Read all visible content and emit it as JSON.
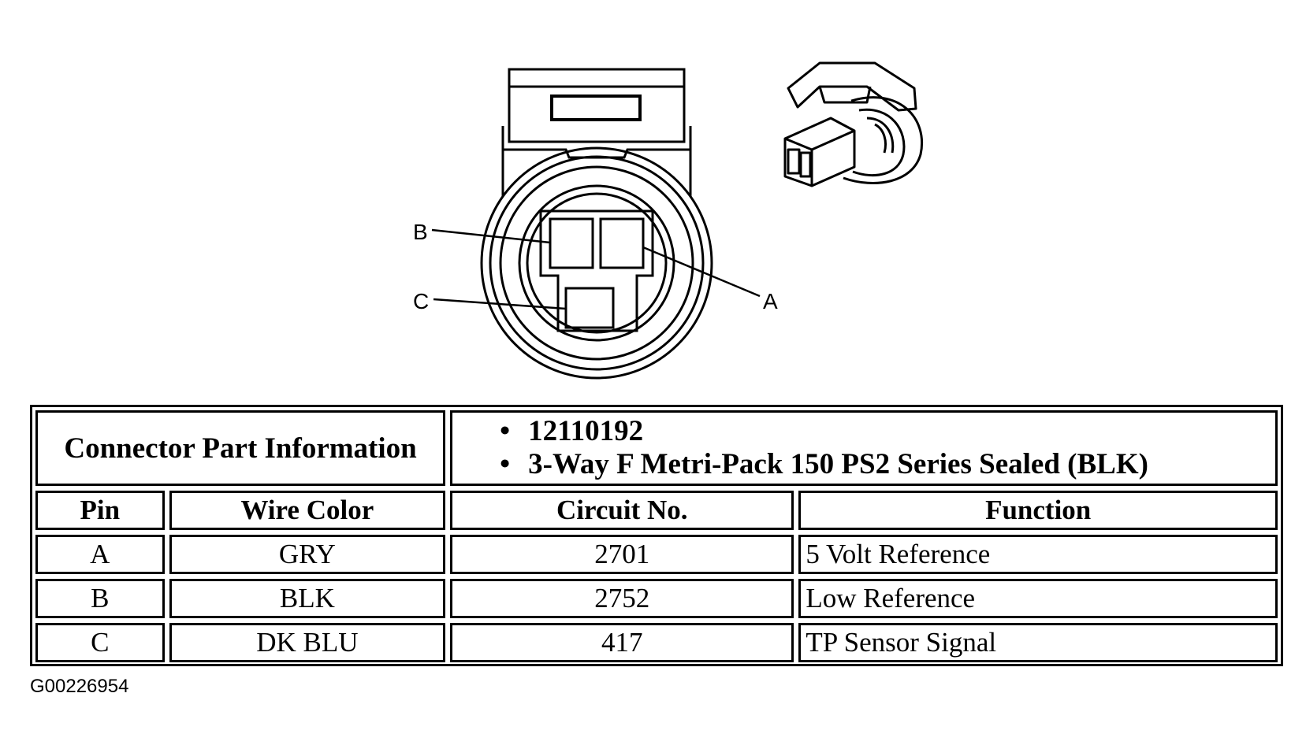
{
  "diagram": {
    "pin_labels": {
      "a": "A",
      "b": "B",
      "c": "C"
    },
    "figure_id": "G00226954"
  },
  "table": {
    "header": {
      "title": "Connector Part Information",
      "info": [
        "12110192",
        "3-Way F Metri-Pack 150 PS2 Series Sealed (BLK)"
      ]
    },
    "columns": [
      "Pin",
      "Wire Color",
      "Circuit No.",
      "Function"
    ],
    "rows": [
      {
        "pin": "A",
        "wire_color": "GRY",
        "circuit": "2701",
        "function": "5 Volt Reference"
      },
      {
        "pin": "B",
        "wire_color": "BLK",
        "circuit": "2752",
        "function": "Low Reference"
      },
      {
        "pin": "C",
        "wire_color": "DK BLU",
        "circuit": "417",
        "function": "TP Sensor Signal"
      }
    ]
  }
}
